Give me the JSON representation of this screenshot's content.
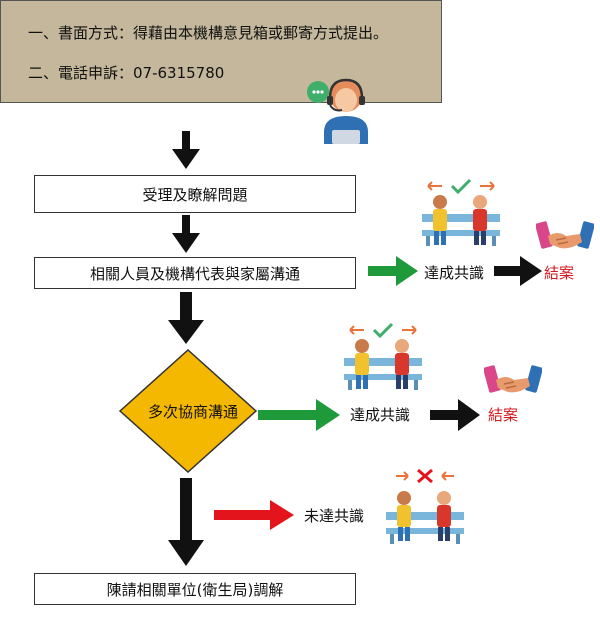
{
  "contact": {
    "line1": "一、書面方式：得藉由本機構意見箱或郵寄方式提出。",
    "line2": "二、電話申訴：07-6315780"
  },
  "steps": {
    "step1": "受理及瞭解問題",
    "step2": "相關人員及機構代表與家屬溝通",
    "decision": "多次協商溝通",
    "final": "陳請相關單位(衛生局)調解"
  },
  "outcomes": {
    "agree1": "達成共識",
    "close1": "結案",
    "agree2": "達成共識",
    "close2": "結案",
    "disagree": "未達共識"
  },
  "colors": {
    "top_box": "#c4b79b",
    "decision_fill": "#f5b800",
    "green_arrow": "#1e9a3a",
    "red_arrow": "#e3141c",
    "black_arrow": "#111111",
    "close_text": "#d71920"
  },
  "icons": [
    "headset-agent-icon",
    "agreement-bench-icon",
    "handshake-icon",
    "disagreement-bench-icon",
    "down-arrow-icon",
    "right-arrow-icon"
  ]
}
